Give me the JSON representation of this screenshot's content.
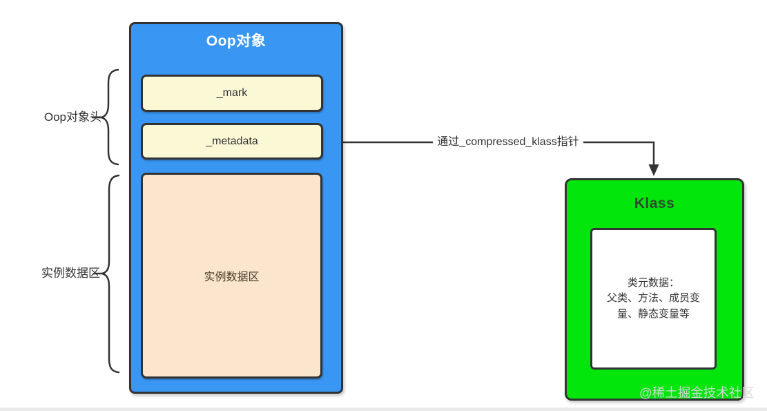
{
  "oop_box": {
    "title": "Oop对象",
    "fields": [
      {
        "label": "_mark"
      },
      {
        "label": "_metadata"
      }
    ],
    "instance_area_label": "实例数据区"
  },
  "left_labels": {
    "header": "Oop对象头",
    "instance": "实例数据区"
  },
  "arrow_label": "通过_compressed_klass指针",
  "klass_box": {
    "title": "Klass",
    "content_lines": [
      "类元数据：",
      "父类、方法、成员变",
      "量、静态变量等"
    ]
  },
  "watermark": "@稀土掘金技术社区",
  "colors": {
    "oop_fill": "#3997f3",
    "field_fill": "#fbf8d6",
    "instance_fill": "#fbe6cd",
    "klass_fill": "#02e60c",
    "stroke": "#333333",
    "oop_title_text": "#ffffff"
  }
}
